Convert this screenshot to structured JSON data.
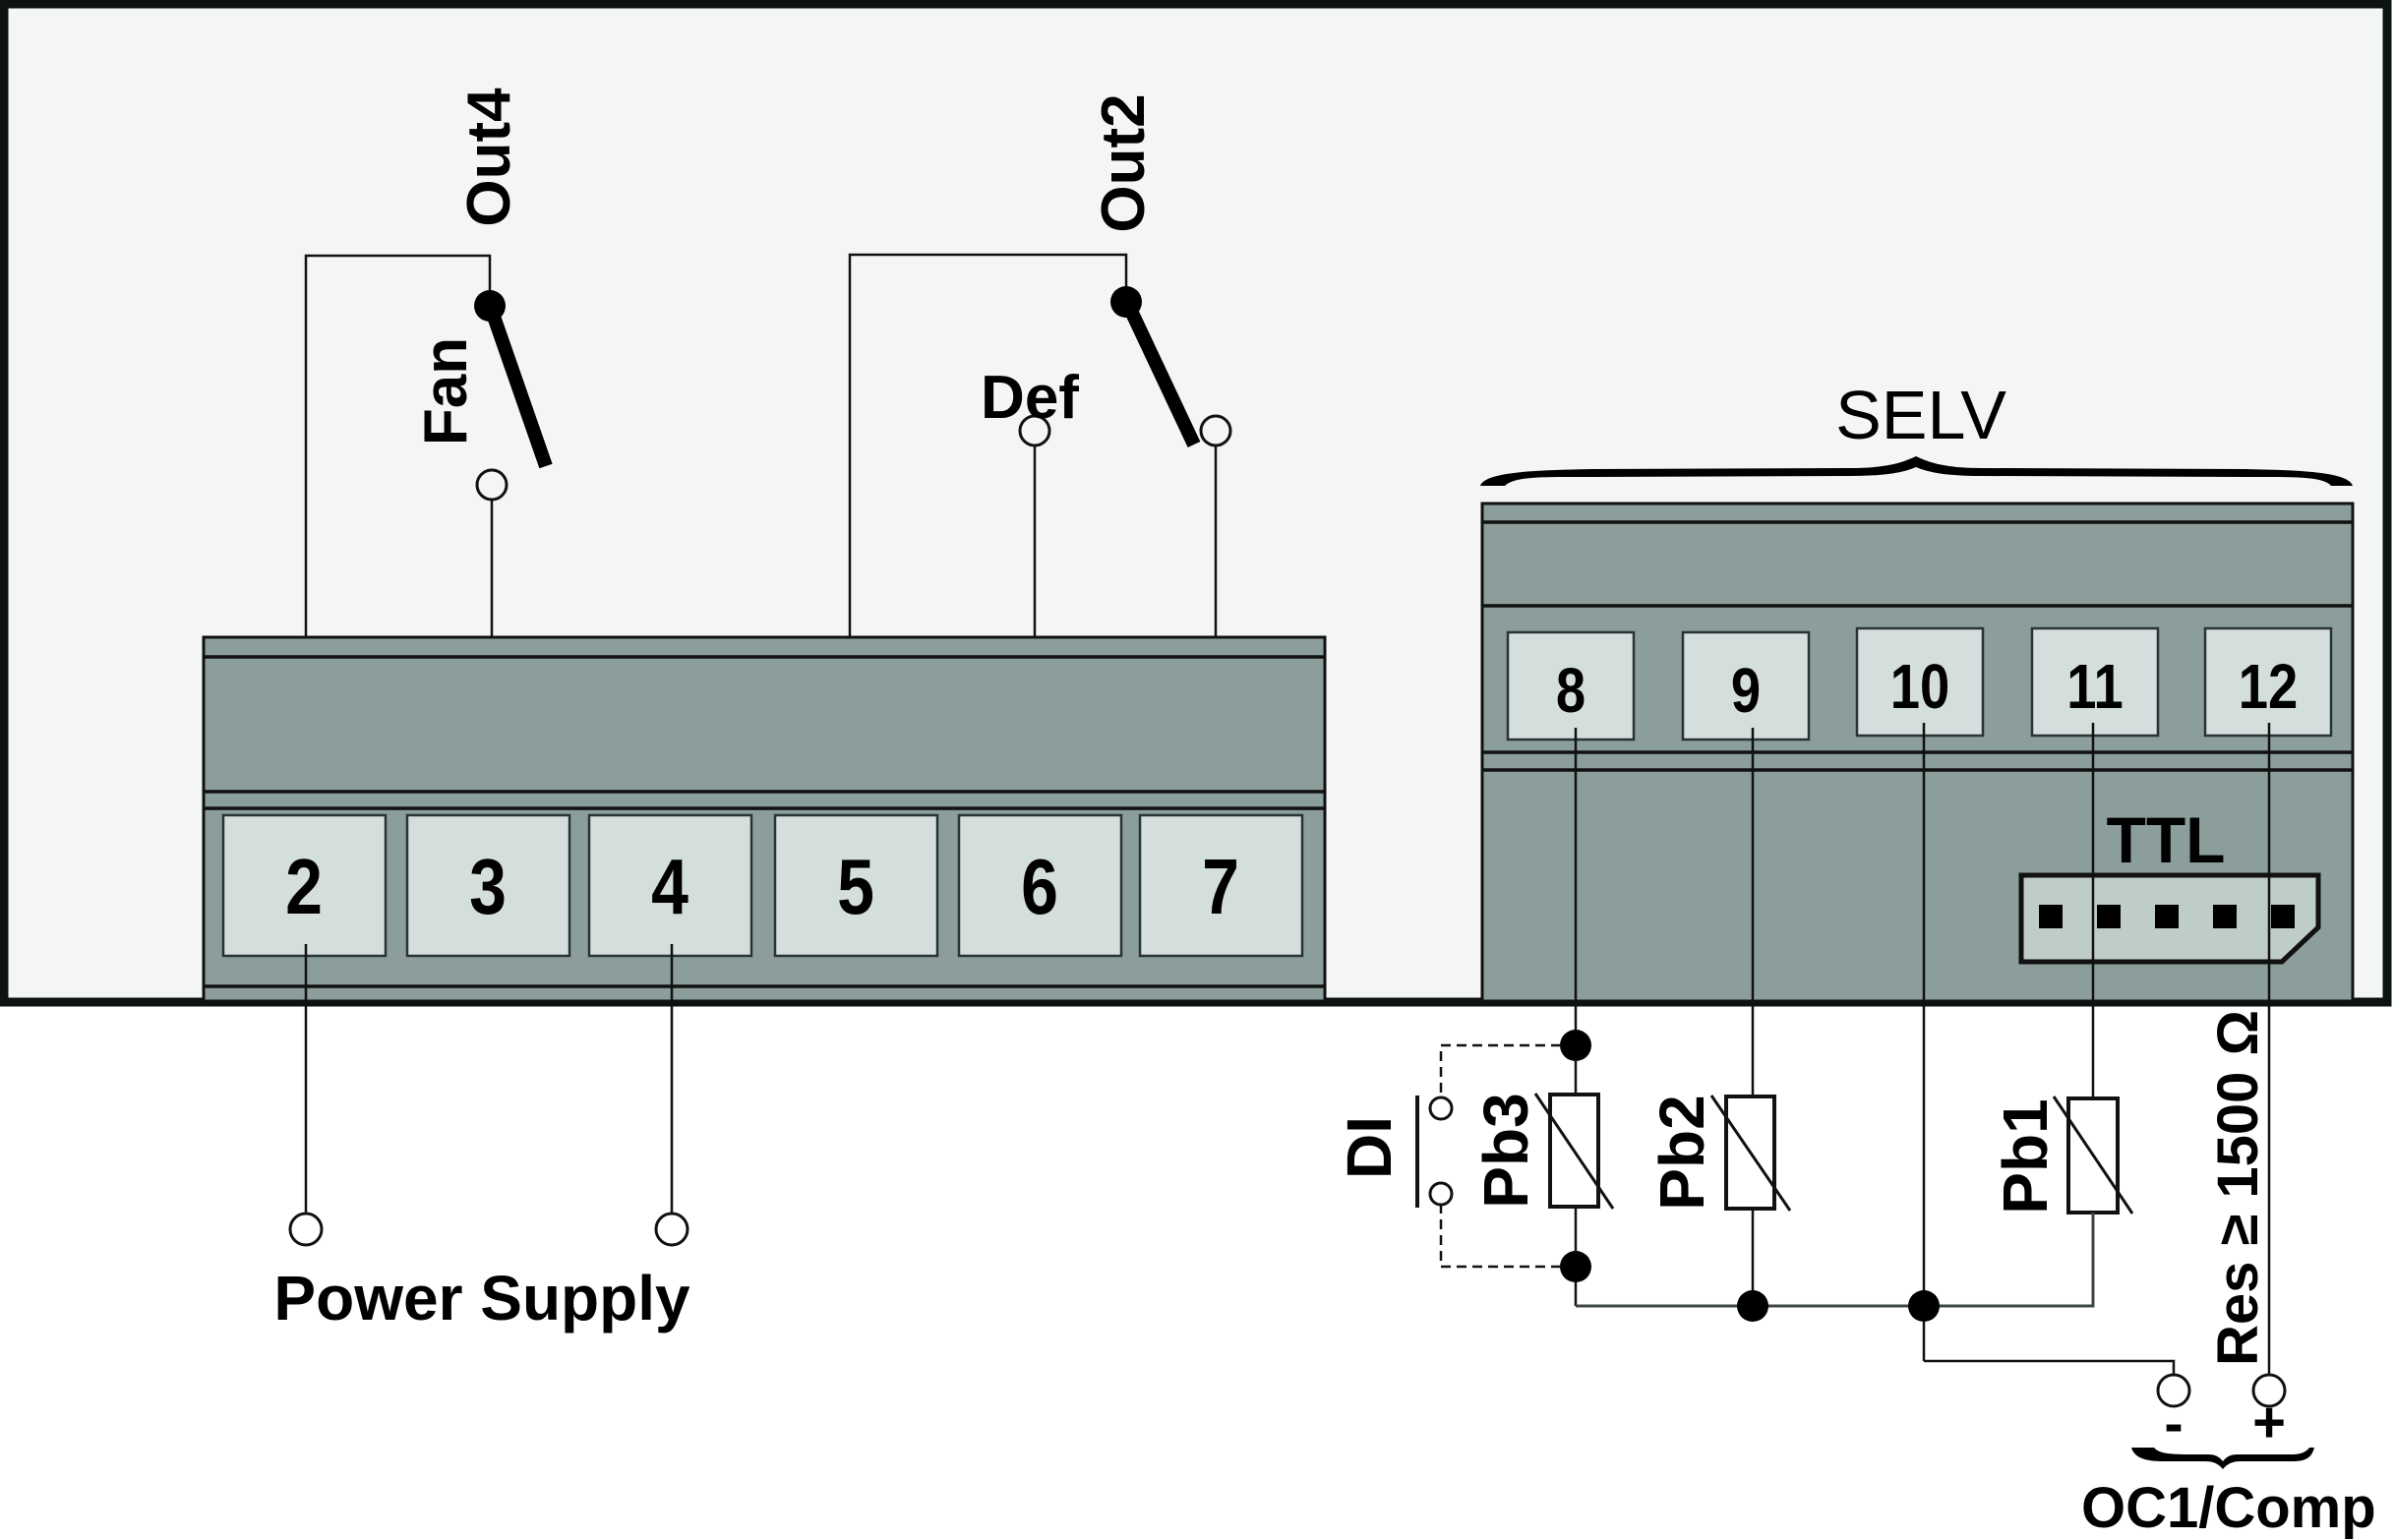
{
  "diagram": {
    "title": "Controller wiring diagram",
    "relay_outputs": [
      {
        "id": "out4",
        "label": "Out4",
        "function_label": "Fan"
      },
      {
        "id": "out2",
        "label": "Out2",
        "function_label": "Def"
      }
    ],
    "high_voltage_terminals": [
      "2",
      "3",
      "4",
      "5",
      "6",
      "7"
    ],
    "power_supply_label": "Power Supply",
    "selv_label": "SELV",
    "selv_terminals": [
      "8",
      "9",
      "10",
      "11",
      "12"
    ],
    "ttl_label": "TTL",
    "ttl_pin_count": 5,
    "inputs": {
      "digital_input_label": "DI",
      "probe_labels": {
        "pb1": "Pb1",
        "pb2": "Pb2",
        "pb3": "Pb3"
      }
    },
    "open_collector": {
      "resistance_note": "Res ≥ 1500 Ω",
      "minus_label": "-",
      "plus_label": "+",
      "output_label": "OC1/Comp"
    }
  },
  "colors": {
    "frame_fill": "#f4f6f5",
    "frame_border": "#0d1212",
    "block_gray": "#8b9e9b",
    "terminal_fill": "#d4dfdd",
    "ttl_fill": "#bfcdca",
    "ink": "#000000"
  }
}
